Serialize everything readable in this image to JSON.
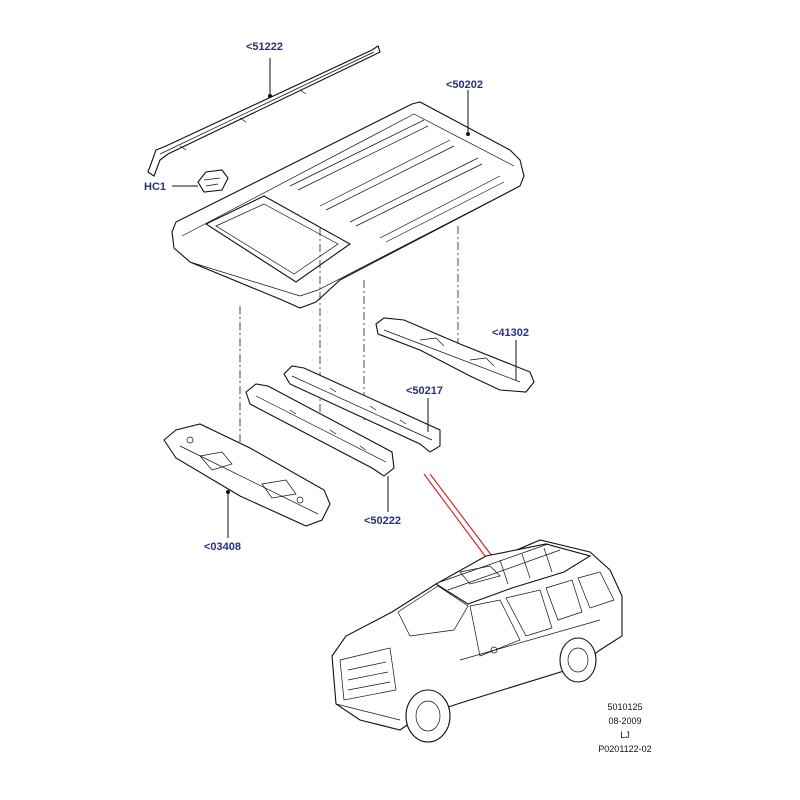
{
  "callouts": {
    "c51222": "<51222",
    "c50202": "<50202",
    "hc1": "HC1",
    "c41302": "<41302",
    "c50217": "<50217",
    "c50222": "<50222",
    "c03408": "<03408"
  },
  "meta": {
    "code": "5010125",
    "date": "08-2009",
    "initials": "LJ",
    "ref": "P0201122-02"
  },
  "colors": {
    "callout_text": "#2b2f7a",
    "pointer_lines": "#cc2020"
  }
}
